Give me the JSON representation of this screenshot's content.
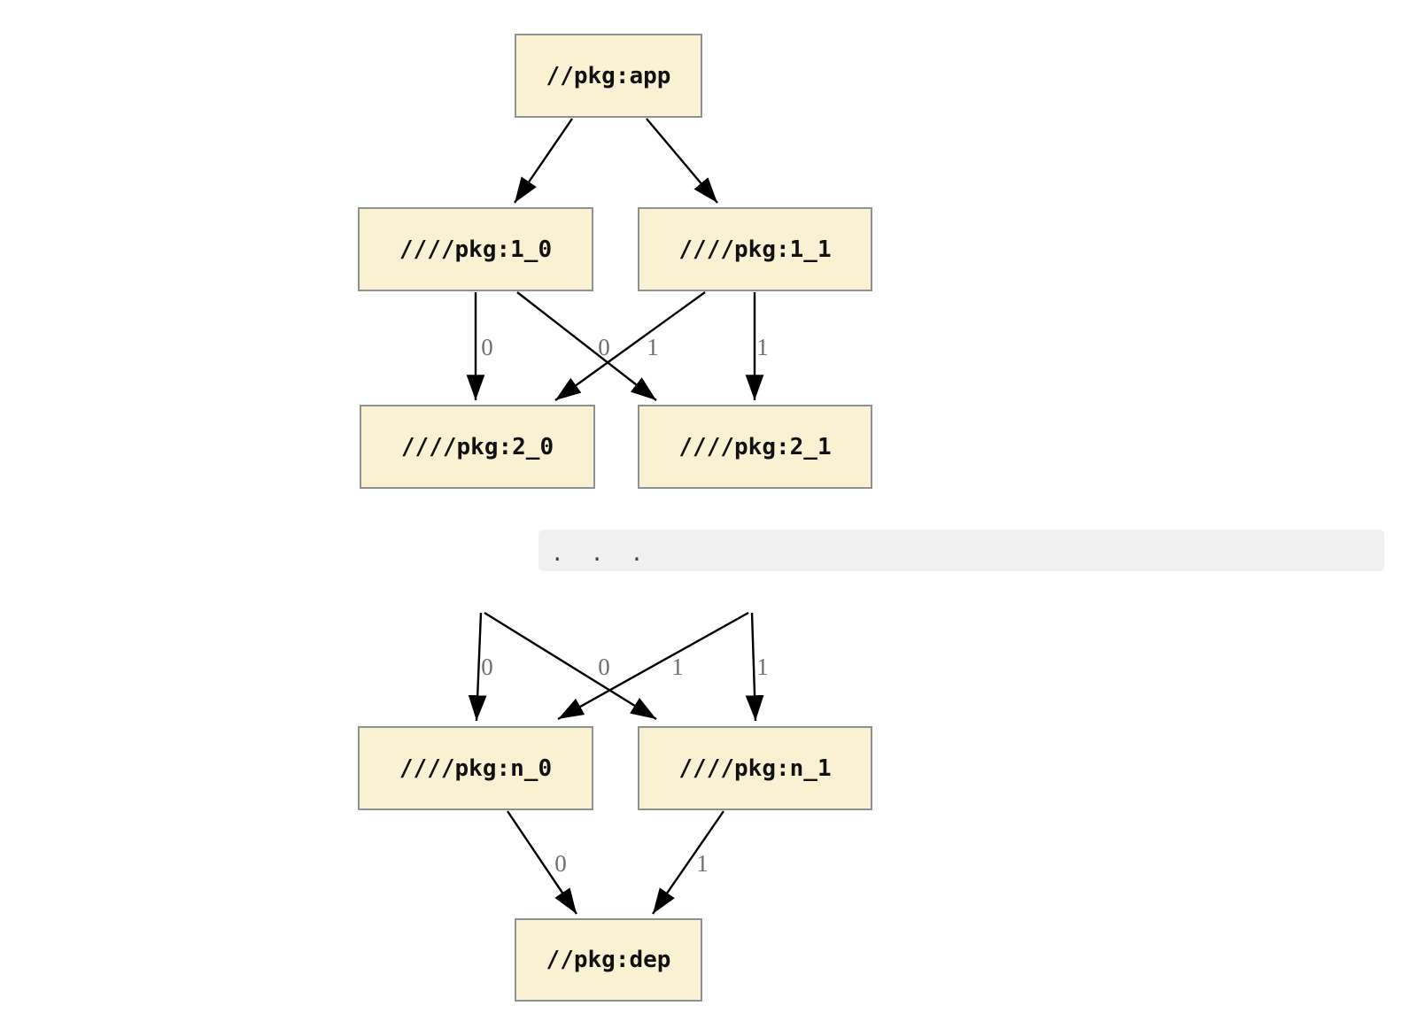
{
  "diagram": {
    "type": "dependency-graph",
    "direction": "top-down",
    "nodes": [
      {
        "id": "app",
        "label": "//pkg:app"
      },
      {
        "id": "1_0",
        "label": "////pkg:1_0"
      },
      {
        "id": "1_1",
        "label": "////pkg:1_1"
      },
      {
        "id": "2_0",
        "label": "////pkg:2_0"
      },
      {
        "id": "2_1",
        "label": "////pkg:2_1"
      },
      {
        "id": "n_0",
        "label": "////pkg:n_0"
      },
      {
        "id": "n_1",
        "label": "////pkg:n_1"
      },
      {
        "id": "dep",
        "label": "//pkg:dep"
      }
    ],
    "ellipsis": ". . .",
    "edges": [
      {
        "from": "//pkg:app",
        "to": "////pkg:1_0",
        "label": ""
      },
      {
        "from": "//pkg:app",
        "to": "////pkg:1_1",
        "label": ""
      },
      {
        "from": "////pkg:1_0",
        "to": "////pkg:2_0",
        "label": "0"
      },
      {
        "from": "////pkg:1_0",
        "to": "////pkg:2_1",
        "label": "1"
      },
      {
        "from": "////pkg:1_1",
        "to": "////pkg:2_0",
        "label": "0"
      },
      {
        "from": "////pkg:1_1",
        "to": "////pkg:2_1",
        "label": "1"
      },
      {
        "from": "...",
        "to": "////pkg:n_0",
        "label": "0"
      },
      {
        "from": "...",
        "to": "////pkg:n_1",
        "label": "1"
      },
      {
        "from": "...",
        "to": "////pkg:n_0",
        "label": "0"
      },
      {
        "from": "...",
        "to": "////pkg:n_1",
        "label": "1"
      },
      {
        "from": "////pkg:n_0",
        "to": "//pkg:dep",
        "label": "0"
      },
      {
        "from": "////pkg:n_1",
        "to": "//pkg:dep",
        "label": "1"
      }
    ],
    "colors": {
      "node_fill": "#faf1d3",
      "node_border": "#8e9392",
      "edge": "#000000",
      "edge_label": "#6e6e6e",
      "ellipsis_bg": "#f0f0f0",
      "background": "#ffffff"
    }
  }
}
